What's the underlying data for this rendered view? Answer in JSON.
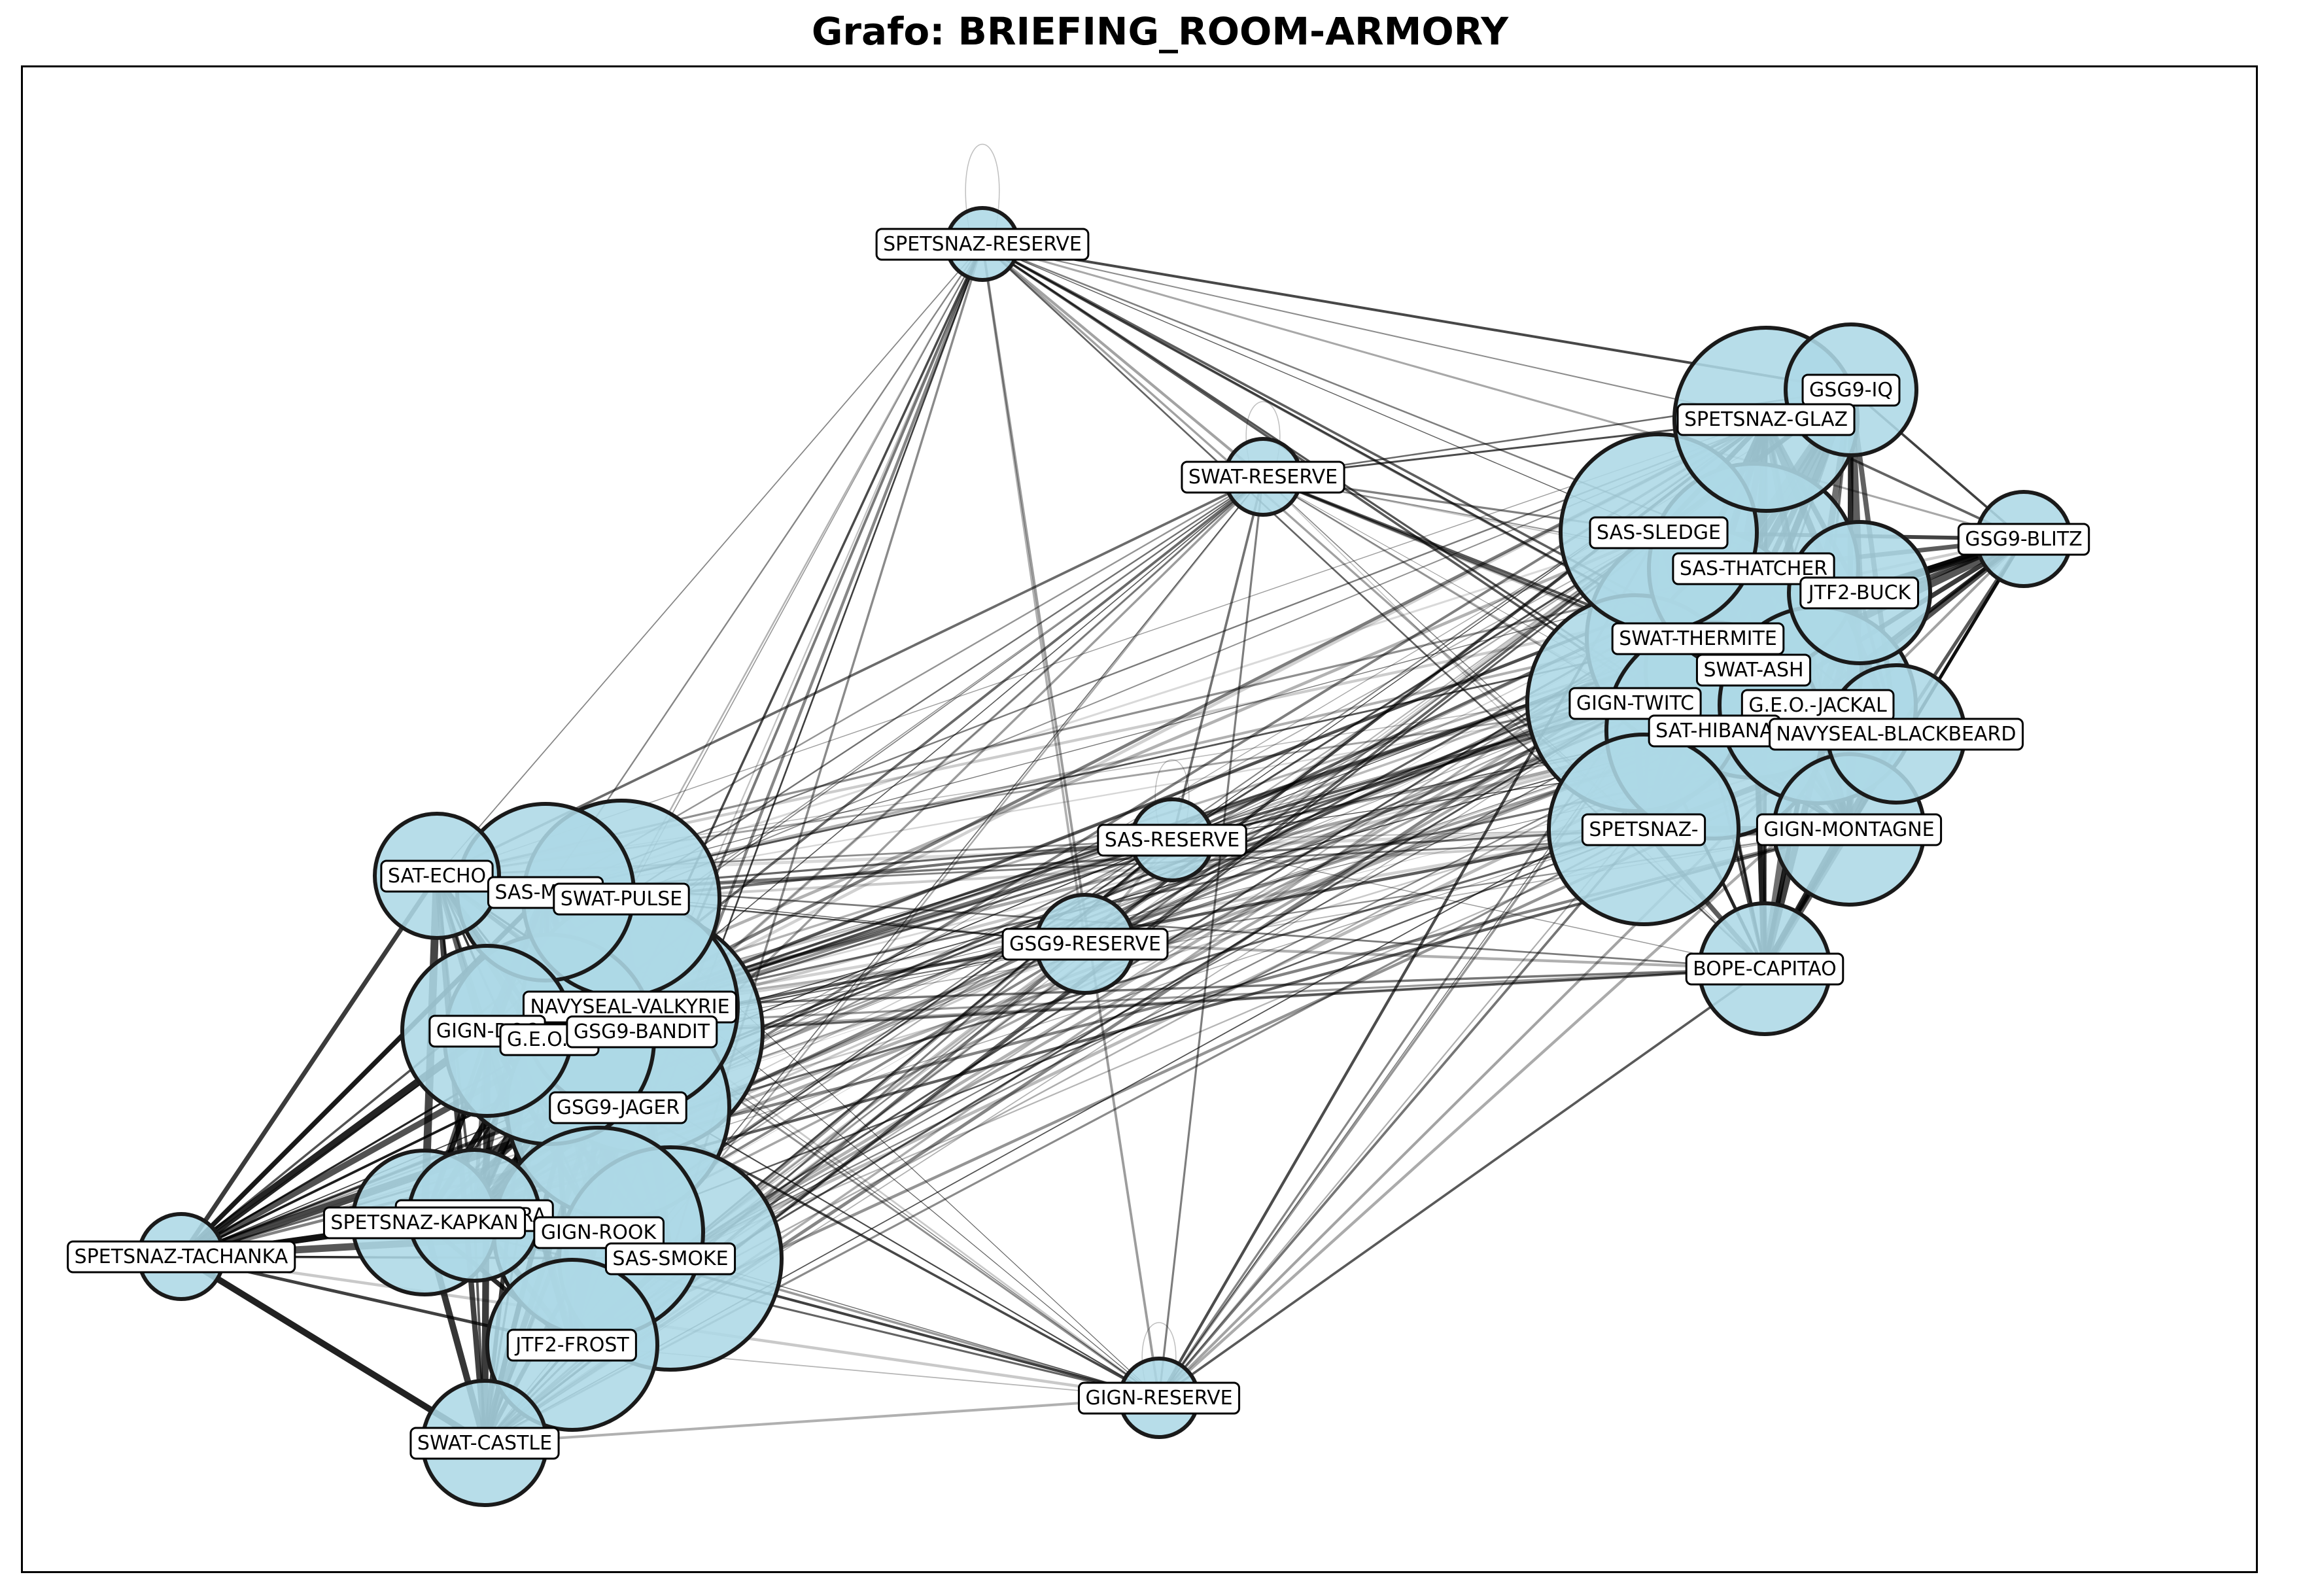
{
  "title": "Grafo: BRIEFING_ROOM-ARMORY",
  "node_fill": "#add8e6",
  "node_stroke": "#1a1a1a",
  "label_box_fill": "#ffffff",
  "edge_color": "#000000",
  "nodes": [
    {
      "id": "SPETSNAZ-RESERVE",
      "label": "SPETSNAZ-RESERVE",
      "size": "small"
    },
    {
      "id": "SWAT-RESERVE",
      "label": "SWAT-RESERVE",
      "size": "small"
    },
    {
      "id": "SAS-RESERVE",
      "label": "SAS-RESERVE",
      "size": "small"
    },
    {
      "id": "GSG9-RESERVE",
      "label": "GSG9-RESERVE",
      "size": "small"
    },
    {
      "id": "GIGN-RESERVE",
      "label": "GIGN-RESERVE",
      "size": "small"
    },
    {
      "id": "GSG9-IQ",
      "label": "GSG9-IQ",
      "size": "medium"
    },
    {
      "id": "SPETSNAZ-GLAZ",
      "label": "SPETSNAZ-GLAZ",
      "size": "large"
    },
    {
      "id": "GSG9-BLITZ",
      "label": "GSG9-BLITZ",
      "size": "small"
    },
    {
      "id": "SAS-SLEDGE",
      "label": "SAS-SLEDGE",
      "size": "large"
    },
    {
      "id": "SAS-THATCHER",
      "label": "SAS-THATCHER",
      "size": "large"
    },
    {
      "id": "JTF2-BUCK",
      "label": "JTF2-BUCK",
      "size": "medium"
    },
    {
      "id": "SWAT-THERMITE",
      "label": "SWAT-THERMITE",
      "size": "large"
    },
    {
      "id": "SWAT-ASH",
      "label": "SWAT-ASH",
      "size": "large"
    },
    {
      "id": "GIGN-TWITCH",
      "label": "GIGN-TWITC",
      "size": "large"
    },
    {
      "id": "G.E.O.-JACKAL",
      "label": "G.E.O.-JACKAL",
      "size": "large"
    },
    {
      "id": "SAT-HIBANA",
      "label": "SAT-HIBANA",
      "size": "large"
    },
    {
      "id": "NAVYSEAL-BLACKBEARD",
      "label": "NAVYSEAL-BLACKBEARD",
      "size": "medium"
    },
    {
      "id": "SPETSNAZ-FUZE",
      "label": "SPETSNAZ-",
      "size": "large"
    },
    {
      "id": "GIGN-MONTAGNE",
      "label": "GIGN-MONTAGNE",
      "size": "medium"
    },
    {
      "id": "BOPE-CAPITAO",
      "label": "BOPE-CAPITAO",
      "size": "medium"
    },
    {
      "id": "SAT-ECHO",
      "label": "SAT-ECHO",
      "size": "medium"
    },
    {
      "id": "SAS-MUTE",
      "label": "SAS-MUTE",
      "size": "large"
    },
    {
      "id": "SWAT-PULSE",
      "label": "SWAT-PULSE",
      "size": "large"
    },
    {
      "id": "NAVYSEAL-VALKYRIE",
      "label": "NAVYSEAL-VALKYRIE",
      "size": "large"
    },
    {
      "id": "GIGN-DOC",
      "label": "GIGN-DOC",
      "size": "medium"
    },
    {
      "id": "G.E.O.-MIRA",
      "label": "G.E.O.-M",
      "size": "large"
    },
    {
      "id": "GSG9-BANDIT",
      "label": "GSG9-BANDIT",
      "size": "xlarge"
    },
    {
      "id": "GSG9-JAGER",
      "label": "GSG9-JAGER",
      "size": "large"
    },
    {
      "id": "BOPE-CAVEIRA",
      "label": "BOPE-CAVEIRA",
      "size": "medium"
    },
    {
      "id": "SPETSNAZ-KAPKAN",
      "label": "SPETSNAZ-KAPKAN",
      "size": "medium"
    },
    {
      "id": "GIGN-ROOK",
      "label": "GIGN-ROOK",
      "size": "large"
    },
    {
      "id": "SAS-SMOKE",
      "label": "SAS-SMOKE",
      "size": "large"
    },
    {
      "id": "SPETSNAZ-TACHANKA",
      "label": "SPETSNAZ-TACHANKA",
      "size": "small"
    },
    {
      "id": "JTF2-FROST",
      "label": "JTF2-FROST",
      "size": "large"
    },
    {
      "id": "SWAT-CASTLE",
      "label": "SWAT-CASTLE",
      "size": "medium"
    }
  ],
  "edge_groups": [
    {
      "name": "attackers",
      "members": [
        "GSG9-IQ",
        "SPETSNAZ-GLAZ",
        "GSG9-BLITZ",
        "SAS-SLEDGE",
        "SAS-THATCHER",
        "JTF2-BUCK",
        "SWAT-THERMITE",
        "SWAT-ASH",
        "GIGN-TWITCH",
        "G.E.O.-JACKAL",
        "SAT-HIBANA",
        "NAVYSEAL-BLACKBEARD",
        "SPETSNAZ-FUZE",
        "GIGN-MONTAGNE",
        "BOPE-CAPITAO"
      ]
    },
    {
      "name": "defenders",
      "members": [
        "SAT-ECHO",
        "SAS-MUTE",
        "SWAT-PULSE",
        "NAVYSEAL-VALKYRIE",
        "GIGN-DOC",
        "G.E.O.-MIRA",
        "GSG9-BANDIT",
        "GSG9-JAGER",
        "BOPE-CAVEIRA",
        "SPETSNAZ-KAPKAN",
        "GIGN-ROOK",
        "SAS-SMOKE",
        "SPETSNAZ-TACHANKA",
        "JTF2-FROST",
        "SWAT-CASTLE"
      ]
    },
    {
      "name": "reserves",
      "members": [
        "SPETSNAZ-RESERVE",
        "SWAT-RESERVE",
        "SAS-RESERVE",
        "GSG9-RESERVE",
        "GIGN-RESERVE"
      ]
    }
  ],
  "self_loops": [
    "SPETSNAZ-RESERVE",
    "SWAT-RESERVE",
    "SAS-RESERVE",
    "GIGN-RESERVE"
  ]
}
